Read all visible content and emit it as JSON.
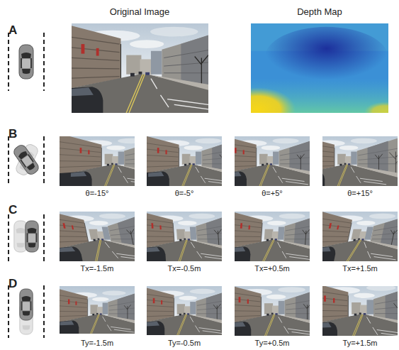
{
  "diagram": {
    "labels": [
      "Original Image",
      "Depth Map",
      "A",
      "B",
      "θ=-15°",
      "θ=-5°",
      "θ=+5°",
      "θ=+15°",
      "C",
      "Tx=-1.5m",
      "Tx=-0.5m",
      "Tx=+0.5m",
      "Tx=+1.5m",
      "D",
      "Ty=-1.5m",
      "Ty=-0.5m",
      "Ty=+0.5m",
      "Ty=+1.5m"
    ]
  }
}
